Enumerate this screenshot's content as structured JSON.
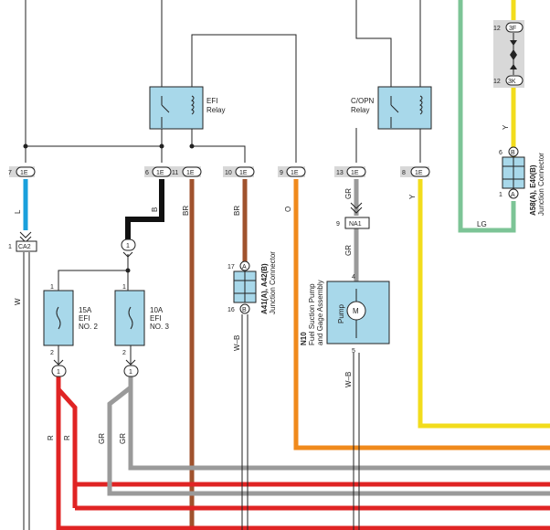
{
  "colors": {
    "L": "#1aa0dc",
    "B": "#111111",
    "BR": "#a0522d",
    "O": "#f08a1c",
    "GR": "#9a9a9a",
    "Y": "#f2dc1c",
    "LG": "#7cc496",
    "R": "#e02424",
    "W-B": "#ffffff",
    "component": "#a8d8ea",
    "connector_box": "#d8d8d8"
  },
  "relays": {
    "efi": {
      "name": "EFI",
      "suffix": "Relay"
    },
    "copn": {
      "name": "C/OPN",
      "suffix": "Relay"
    }
  },
  "fuses": {
    "efi2": {
      "rating": "15A",
      "name": "EFI",
      "num": "NO. 2"
    },
    "efi3": {
      "rating": "10A",
      "name": "EFI",
      "num": "NO. 3"
    }
  },
  "connectors": [
    {
      "pin": "7",
      "label": "1E"
    },
    {
      "pin": "6",
      "label": "1E"
    },
    {
      "pin": "11",
      "label": "1E"
    },
    {
      "pin": "10",
      "label": "1E"
    },
    {
      "pin": "9",
      "label": "1E"
    },
    {
      "pin": "13",
      "label": "1E"
    },
    {
      "pin": "8",
      "label": "1E"
    }
  ],
  "top_connectors": [
    {
      "pin": "12",
      "label": "3F"
    },
    {
      "pin": "12",
      "label": "3K"
    }
  ],
  "ca2": {
    "pin": "1",
    "label": "CA2"
  },
  "na1": {
    "pin": "9",
    "label": "NA1"
  },
  "splice": "1",
  "wire_labels": {
    "L": "L",
    "B": "B",
    "BR": "BR",
    "O": "O",
    "GR": "GR",
    "Y": "Y",
    "LG": "LG",
    "R": "R",
    "W": "W",
    "WB": "W–B"
  },
  "junction_a41": {
    "code": "A41(A), A42(B)",
    "name": "Junction Connector",
    "pin_top": "17",
    "tag_top": "A",
    "pin_bottom": "16",
    "tag_bottom": "B"
  },
  "junction_a58": {
    "code": "A58(A), E40(B)",
    "name": "Junction Connector",
    "pin_top": "6",
    "tag_top": "B",
    "pin_bottom": "1",
    "tag_bottom": "A"
  },
  "pump": {
    "code": "N10",
    "line1": "Fuel Suction Pump",
    "line2": "and Gage Assembly",
    "label": "Pump",
    "motor": "M",
    "pin_top": "4",
    "pin_bottom": "5"
  },
  "fuse_pins": {
    "top": "1",
    "bottom": "2"
  }
}
